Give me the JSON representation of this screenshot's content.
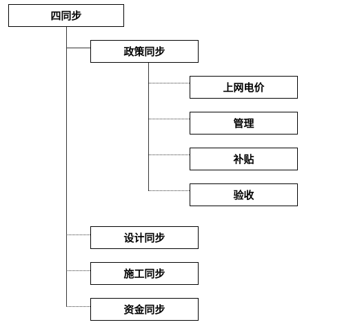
{
  "root": {
    "label": "四同步"
  },
  "level1": [
    {
      "label": "政策同步"
    },
    {
      "label": "设计同步"
    },
    {
      "label": "施工同步"
    },
    {
      "label": "资金同步"
    }
  ],
  "policy_children": [
    {
      "label": "上网电价"
    },
    {
      "label": "管理"
    },
    {
      "label": "补贴"
    },
    {
      "label": "验收"
    }
  ],
  "colors": {
    "border": "#000000",
    "line": "#333333",
    "background": "#ffffff"
  }
}
